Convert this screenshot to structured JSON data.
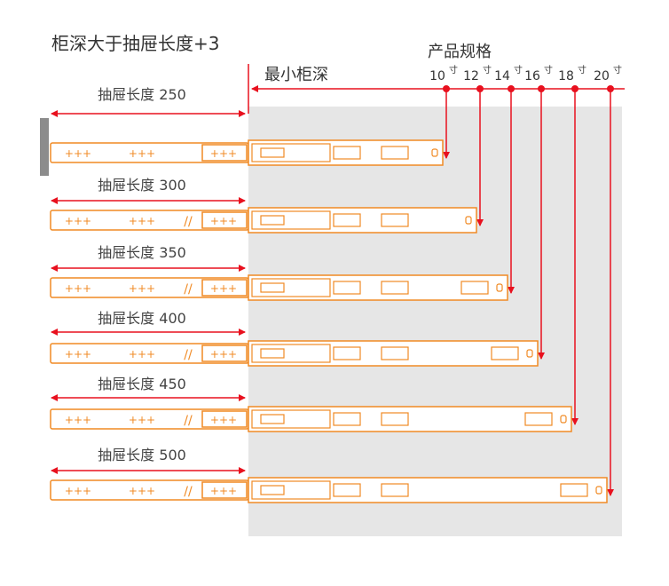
{
  "title": "柜深大于抽屉长度+3",
  "min_depth_label": "最小柜深",
  "spec_title": "产品规格",
  "spec_unit": "寸",
  "specs": [
    "10",
    "12",
    "14",
    "16",
    "18",
    "20"
  ],
  "rows": [
    {
      "label": "抽屉长度 250",
      "length": 250,
      "spec": "10"
    },
    {
      "label": "抽屉长度 300",
      "length": 300,
      "spec": "12"
    },
    {
      "label": "抽屉长度 350",
      "length": 350,
      "spec": "14"
    },
    {
      "label": "抽屉长度 400",
      "length": 400,
      "spec": "16"
    },
    {
      "label": "抽屉长度 450",
      "length": 450,
      "spec": "18"
    },
    {
      "label": "抽屉长度 500",
      "length": 500,
      "spec": "20"
    }
  ],
  "colors": {
    "arrow": "#e8101e",
    "rail": "#f08a24",
    "cabinet": "#e6e6e6",
    "panel": "#8c8c8c",
    "text": "#333333"
  }
}
